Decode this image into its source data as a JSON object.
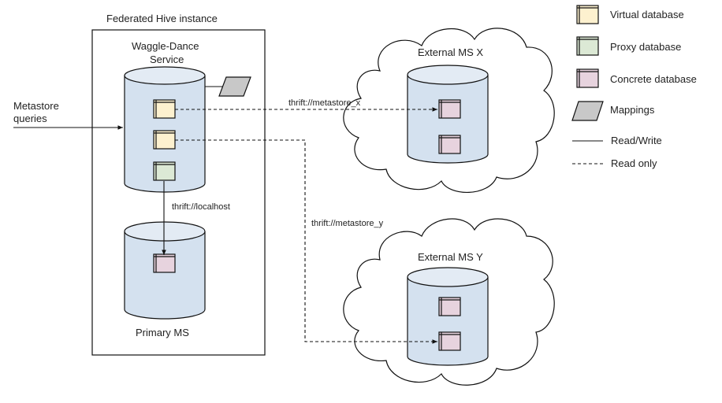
{
  "colors": {
    "virtual": "#fdf1cf",
    "proxy": "#dce9d5",
    "concrete": "#e7d3de",
    "mappings": "#c8c8c8",
    "cylinder": "#d4e1ef",
    "cylinder_top": "#e3ebf4"
  },
  "diagram": {
    "federated_box_title": "Federated Hive instance",
    "waggle_dance_label_line1": "Waggle-Dance",
    "waggle_dance_label_line2": "Service",
    "primary_ms_label": "Primary MS",
    "external_x_label": "External MS X",
    "external_y_label": "External MS Y",
    "metastore_queries_line1": "Metastore",
    "metastore_queries_line2": "queries",
    "edge_localhost": "thrift://localhost",
    "edge_metastore_x": "thrift://metastore_x",
    "edge_metastore_y": "thrift://metastore_y"
  },
  "nodes": {
    "waggle_dance": [
      "virtual",
      "virtual",
      "proxy"
    ],
    "primary_ms": [
      "concrete"
    ],
    "external_ms_x": [
      "concrete",
      "concrete"
    ],
    "external_ms_y": [
      "concrete",
      "concrete"
    ]
  },
  "edges": [
    {
      "from": "metastore-queries",
      "to": "waggle-dance",
      "style": "solid"
    },
    {
      "from": "waggle-dance.virtual-1",
      "to": "external-ms-x.concrete-1",
      "style": "dashed",
      "label": "thrift://metastore_x"
    },
    {
      "from": "waggle-dance.virtual-2",
      "to": "external-ms-y.concrete-2",
      "style": "dashed",
      "label": "thrift://metastore_y"
    },
    {
      "from": "waggle-dance.proxy",
      "to": "primary-ms.concrete",
      "style": "solid",
      "label": "thrift://localhost"
    },
    {
      "from": "waggle-dance",
      "to": "mappings",
      "style": "solid"
    }
  ],
  "legend": [
    {
      "icon": "virtual-database-icon",
      "kind": "virtual",
      "label": "Virtual database"
    },
    {
      "icon": "proxy-database-icon",
      "kind": "proxy",
      "label": "Proxy database"
    },
    {
      "icon": "concrete-database-icon",
      "kind": "concrete",
      "label": "Concrete database"
    },
    {
      "icon": "mappings-icon",
      "kind": "mappings",
      "label": "Mappings"
    },
    {
      "icon": "solid-line-icon",
      "kind": "solid",
      "label": "Read/Write"
    },
    {
      "icon": "dashed-line-icon",
      "kind": "dashed",
      "label": "Read only"
    }
  ]
}
